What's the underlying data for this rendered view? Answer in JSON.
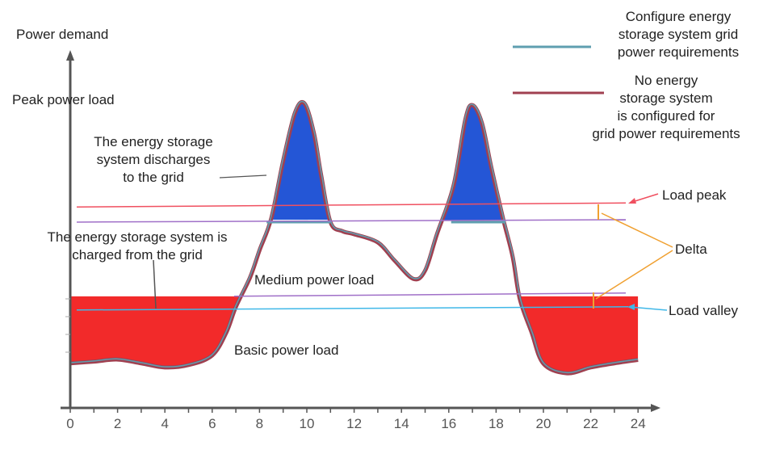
{
  "labels": {
    "y_axis": "Power demand",
    "peak_power_load": "Peak power load",
    "discharge": [
      "The energy storage",
      "system discharges",
      "to the grid"
    ],
    "charge": [
      "The energy storage system is",
      "charged from the grid"
    ],
    "medium": "Medium power load",
    "basic": "Basic power load",
    "load_peak": "Load peak",
    "delta": "Delta",
    "load_valley": "Load valley"
  },
  "legend": [
    {
      "lines": [
        "Configure energy",
        "storage system grid",
        "power requirements"
      ],
      "color": "#5f9fb0"
    },
    {
      "lines": [
        "No energy",
        "storage system",
        "is configured for",
        "grid power requirements"
      ],
      "color": "#a04050"
    }
  ],
  "chart_data": {
    "type": "area",
    "xlabel": "",
    "ylabel": "Power demand",
    "x_ticks": [
      "0",
      "2",
      "4",
      "6",
      "8",
      "10",
      "12",
      "14",
      "16",
      "18",
      "20",
      "22",
      "24"
    ],
    "xlim": [
      0,
      24
    ],
    "ylim": [
      0,
      100
    ],
    "load_curve": [
      [
        0,
        13
      ],
      [
        1,
        13.5
      ],
      [
        2,
        14.1
      ],
      [
        3,
        13
      ],
      [
        4,
        11.8
      ],
      [
        5,
        12.5
      ],
      [
        6,
        15.3
      ],
      [
        6.6,
        22
      ],
      [
        7,
        29.4
      ],
      [
        7.6,
        38
      ],
      [
        8,
        45.9
      ],
      [
        8.5,
        55.3
      ],
      [
        9,
        72
      ],
      [
        9.5,
        86
      ],
      [
        9.9,
        88.7
      ],
      [
        10.3,
        80
      ],
      [
        10.6,
        68
      ],
      [
        11,
        54.1
      ],
      [
        11.5,
        51.5
      ],
      [
        12,
        50.6
      ],
      [
        13,
        48.2
      ],
      [
        13.7,
        43
      ],
      [
        14.5,
        37.6
      ],
      [
        15,
        40
      ],
      [
        15.5,
        50.6
      ],
      [
        16.2,
        64.7
      ],
      [
        16.7,
        84
      ],
      [
        17,
        88.2
      ],
      [
        17.4,
        83
      ],
      [
        17.8,
        70
      ],
      [
        18.3,
        55
      ],
      [
        18.7,
        44
      ],
      [
        19,
        31.8
      ],
      [
        19.5,
        22
      ],
      [
        20,
        12.9
      ],
      [
        21,
        10.1
      ],
      [
        22,
        11.8
      ],
      [
        23,
        13
      ],
      [
        24,
        14
      ]
    ],
    "load_peak_level": 59,
    "upper_delta_level": 54.6,
    "lower_delta_level": 33,
    "load_valley_level": 29,
    "charge_level": 32.5,
    "colors": {
      "discharge": "#2456d6",
      "charge": "#f22a2a",
      "curve_outer": "#a04050",
      "curve_inner": "#5f9fb0",
      "peak_line": "#f05060",
      "delta_line": "#a070c8",
      "valley_line": "#40b8e8",
      "delta_arrow": "#f0a030"
    }
  }
}
